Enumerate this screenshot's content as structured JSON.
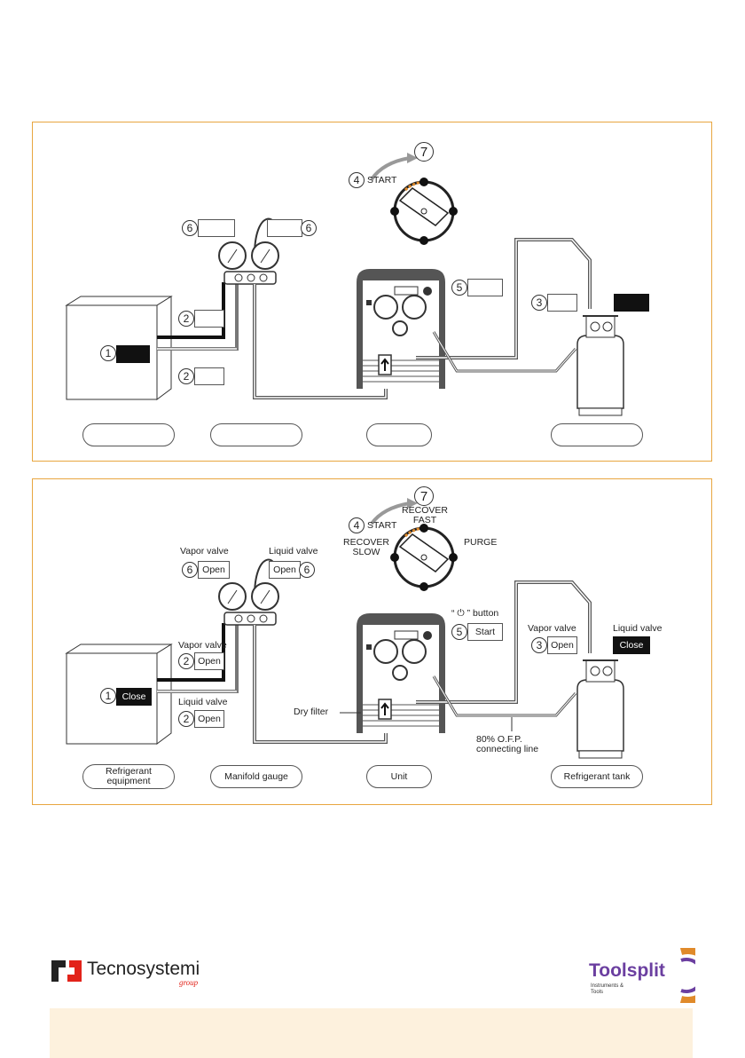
{
  "panel_top": {
    "labels": {
      "start": "START",
      "num1": "1",
      "num2a": "2",
      "num2b": "2",
      "num3": "3",
      "num4": "4",
      "num5": "5",
      "num6a": "6",
      "num6b": "6",
      "num7": "7"
    },
    "equipment": [
      "",
      "",
      "",
      ""
    ]
  },
  "panel_bottom": {
    "labels": {
      "start": "START",
      "recover_fast": "RECOVER\nFAST",
      "recover_slow": "RECOVER\nSLOW",
      "purge": "PURGE",
      "vapor_valve_manifold": "Vapor valve",
      "liquid_valve_manifold": "Liquid valve",
      "open_6a": "Open",
      "open_6b": "Open",
      "vapor_valve_equipment": "Vapor valve",
      "liquid_valve_equipment": "Liquid valve",
      "open_2a": "Open",
      "open_2b": "Open",
      "close_1": "Close",
      "button_label": "“ ⏻ ” button",
      "start_5": "Start",
      "vapor_valve_tank": "Vapor valve",
      "open_3": "Open",
      "liquid_valve_tank": "Liquid valve",
      "close_tank": "Close",
      "dry_filter": "Dry filter",
      "ofp_line": "80% O.F.P.\nconnecting line",
      "num1": "1",
      "num2a": "2",
      "num2b": "2",
      "num3": "3",
      "num4": "4",
      "num5": "5",
      "num6a": "6",
      "num6b": "6",
      "num7": "7"
    },
    "equipment": [
      "Refrigerant\nequipment",
      "Manifold gauge",
      "Unit",
      "Refrigerant tank"
    ]
  },
  "logos": {
    "tecnosystemi": "Tecnosystemi",
    "tecnosystemi_sub": "group",
    "toolsplit": "Toolsplit",
    "toolsplit_sub": "Instruments &\nTools"
  },
  "colors": {
    "panel_border": "#e8a640",
    "footer_band": "#fdf1dd",
    "accent_orange": "#e08a2a",
    "tecno_red": "#e2231a"
  }
}
